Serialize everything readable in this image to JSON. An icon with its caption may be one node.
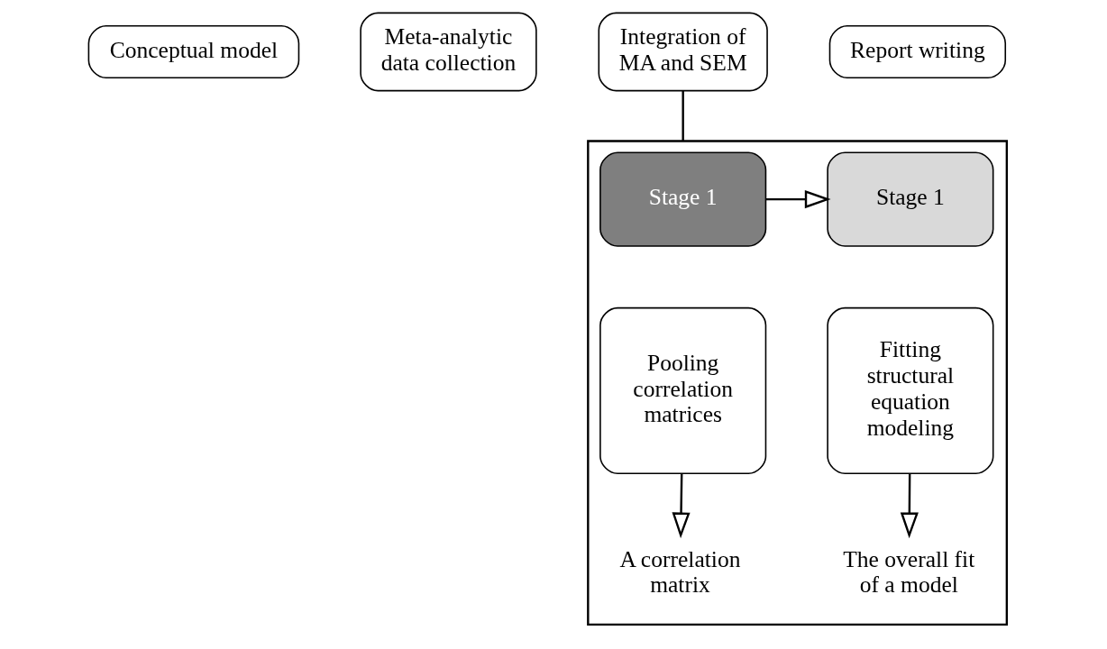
{
  "diagram": {
    "nodes": [
      {
        "text": [
          "Conceptual model"
        ]
      },
      {
        "text": [
          "Meta-analytic data collection"
        ]
      },
      {
        "text": [
          "Integration of MA and SEM"
        ]
      },
      {
        "text": [
          "Report writing"
        ]
      },
      {
        "text": [],
        "shape": "pentagon"
      },
      {
        "text": [
          "Stage 1"
        ],
        "in": 4
      },
      {
        "text": [
          "Pooling correlation matrices"
        ],
        "in": 4
      },
      {
        "text": [
          "Stage 1"
        ],
        "in": 4
      },
      {
        "text": [
          "Fitting structural equation modeling"
        ],
        "in": 4
      },
      {
        "text": [
          "A correlation matrix"
        ],
        "in": 4
      },
      {
        "text": [
          "The overall fit of a model"
        ],
        "in": 4
      }
    ],
    "edges": [
      {
        "from": 2,
        "to": 4,
        "arrow": "none"
      },
      {
        "from": 5,
        "to": 7,
        "arrow": "to"
      },
      {
        "from": 6,
        "to": 9,
        "arrow": "to"
      },
      {
        "from": 8,
        "to": 10,
        "arrow": "to"
      }
    ]
  }
}
